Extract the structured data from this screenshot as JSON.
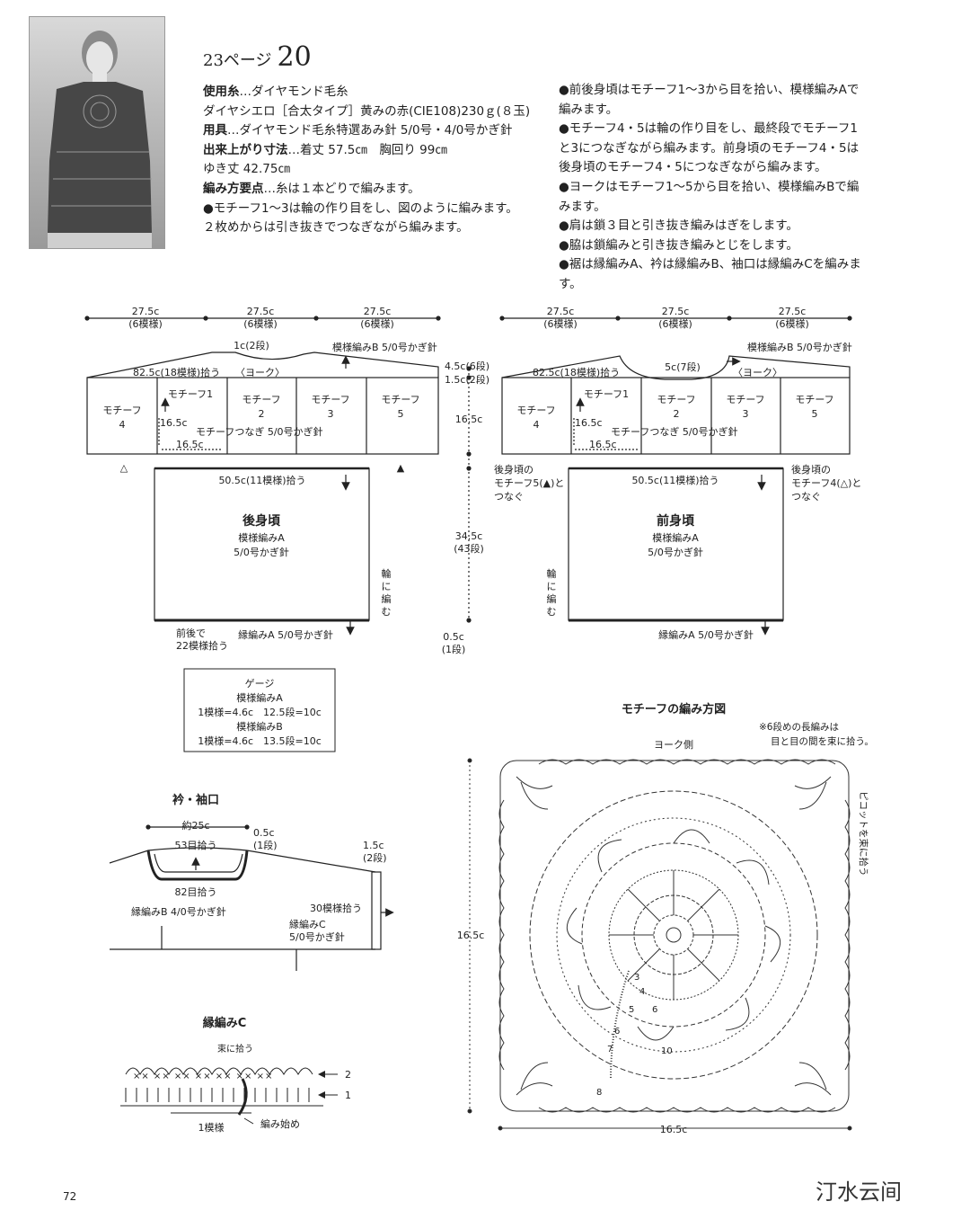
{
  "page": {
    "ref": "23ページ",
    "number": "20",
    "footer_page": "72",
    "watermark": "汀水云间"
  },
  "instructions": {
    "yarn_label": "使用糸",
    "yarn_value": "…ダイヤモンド毛糸",
    "yarn_detail": "ダイヤシエロ［合太タイプ］黄みの赤(CIE108)230ｇ(８玉)",
    "tools_label": "用具",
    "tools_value": "…ダイヤモンド毛糸特選あみ針 5/0号・4/0号かぎ針",
    "size_label": "出来上がり寸法",
    "size_value": "…着丈 57.5㎝　胸回り 99㎝",
    "size_value2": "ゆき丈 42.75㎝",
    "points_label": "編み方要点",
    "points_value": "…糸は１本どりで編みます。",
    "point1": "●モチーフ1〜3は輪の作り目をし、図のように編みます。",
    "point1b": "２枚めからは引き抜きでつなぎながら編みます。"
  },
  "notes": [
    "●前後身頃はモチーフ1〜3から目を拾い、模様編みAで",
    "編みます。",
    "●モチーフ4・5は輪の作り目をし、最終段でモチーフ1",
    "と3につなぎながら編みます。前身頃のモチーフ4・5は",
    "後身頃のモチーフ4・5につなぎながら編みます。",
    "●ヨークはモチーフ1〜5から目を拾い、模様編みBで編",
    "みます。",
    "●肩は鎖３目と引き抜き編みはぎをします。",
    "●脇は鎖編みと引き抜き編みとじをします。",
    "●裾は縁編みA、衿は縁編みB、袖口は縁編みCを編みます。"
  ],
  "back": {
    "w1": "27.5c",
    "w1s": "(6模様)",
    "w2": "27.5c",
    "w2s": "(6模様)",
    "w3": "27.5c",
    "w3s": "(6模様)",
    "neck": "1c(2段)",
    "yoke_pattern": "模様編みB 5/0号かぎ針",
    "pick": "82.5c(18模様)拾う",
    "yoke": "〈ヨーク〉",
    "m4a": "モチーフ",
    "m4b": "4",
    "m1a": "モチーフ1",
    "m2a": "モチーフ",
    "m2b": "2",
    "m3a": "モチーフ",
    "m3b": "3",
    "m5a": "モチーフ",
    "m5b": "5",
    "h165": "16.5c",
    "join": "モチーフつなぎ 5/0号かぎ針",
    "w165": "16.5c",
    "sym_l": "△",
    "sym_r": "▲",
    "body_pick": "50.5c(11模様)拾う",
    "title": "後身頃",
    "pat": "模様編みA",
    "hook": "5/0号かぎ針",
    "ring1": "輪",
    "ring2": "に",
    "ring3": "編",
    "ring4": "む",
    "hem_a": "前後で",
    "hem_b": "22模様拾う",
    "edge": "縁編みA 5/0号かぎ針"
  },
  "center_dims": {
    "d1": "4.5c(6段)",
    "d2": "1.5c(2段)",
    "d3": "16.5c",
    "d4": "34.5c",
    "d4s": "(43段)",
    "d5": "0.5c",
    "d5s": "(1段)"
  },
  "front": {
    "w1": "27.5c",
    "w1s": "(6模様)",
    "w2": "27.5c",
    "w2s": "(6模様)",
    "w3": "27.5c",
    "w3s": "(6模様)",
    "yoke_pattern": "模様編みB 5/0号かぎ針",
    "neck": "5c(7段)",
    "pick": "82.5c(18模様)拾う",
    "yoke": "〈ヨーク〉",
    "m4a": "モチーフ",
    "m4b": "4",
    "m1a": "モチーフ1",
    "m2a": "モチーフ",
    "m2b": "2",
    "m3a": "モチーフ",
    "m3b": "3",
    "m5a": "モチーフ",
    "m5b": "5",
    "h165": "16.5c",
    "join": "モチーフつなぎ 5/0号かぎ針",
    "w165": "16.5c",
    "ln1": "後身頃の",
    "ln2": "モチーフ5(▲)と",
    "ln3": "つなぐ",
    "rn1": "後身頃の",
    "rn2": "モチーフ4(△)と",
    "rn3": "つなぐ",
    "body_pick": "50.5c(11模様)拾う",
    "title": "前身頃",
    "pat": "模様編みA",
    "hook": "5/0号かぎ針",
    "ring1": "輪",
    "ring2": "に",
    "ring3": "編",
    "ring4": "む",
    "edge": "縁編みA 5/0号かぎ針"
  },
  "gauge": {
    "title": "ゲージ",
    "a": "模様編みA",
    "a_val": "1模様=4.6c　12.5段=10c",
    "b": "模様編みB",
    "b_val": "1模様=4.6c　13.5段=10c"
  },
  "collar": {
    "title": "衿・袖口",
    "w25": "約25c",
    "pick53": "53目拾う",
    "d05": "0.5c",
    "d05s": "(1段)",
    "d15": "1.5c",
    "d15s": "(2段)",
    "pick82": "82目拾う",
    "edgeb": "縁編みB 4/0号かぎ針",
    "pick30": "30模様拾う",
    "edgec": "縁編みC",
    "edgec2": "5/0号かぎ針"
  },
  "edgec": {
    "title": "縁編みC",
    "bundle": "束に拾う",
    "row2": "2",
    "row1": "1",
    "repeat": "1模様",
    "start": "編み始め"
  },
  "motif": {
    "title": "モチーフの編み方図",
    "note1": "※6段めの長編みは",
    "note2": "目と目の間を束に拾う。",
    "yoke_side": "ヨーク側",
    "picot": "ピコットを束に拾う",
    "side": "16.5c",
    "bottom": "16.5c",
    "r3": "3",
    "r4": "4",
    "r5": "5",
    "r6": "6",
    "r6b": "6",
    "r7": "7",
    "r8": "8",
    "r10": "10"
  }
}
